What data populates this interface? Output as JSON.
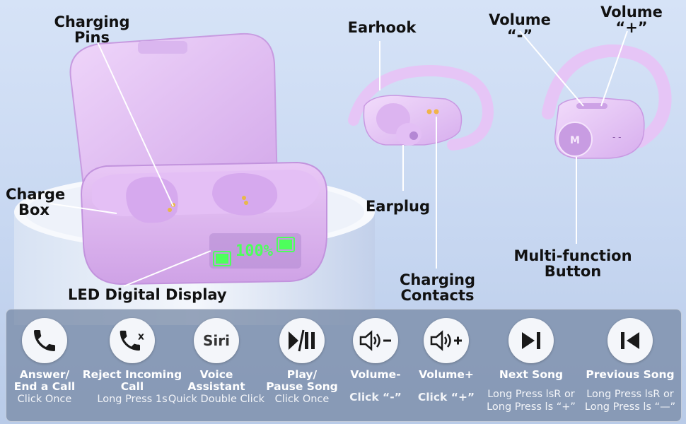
{
  "labels": {
    "charging_pins": [
      "Charging",
      "Pins"
    ],
    "earhook": "Earhook",
    "volume_minus": [
      "Volume",
      "“-”"
    ],
    "volume_plus": [
      "Volume",
      "“+”"
    ],
    "charge_box": [
      "Charge",
      "Box"
    ],
    "earplug": "Earplug",
    "multifunction_button": [
      "Multi-function",
      "Button"
    ],
    "charging_contacts": [
      "Charging",
      "Contacts"
    ],
    "led_display": "LED Digital Display"
  },
  "led": {
    "text": "100%"
  },
  "controls": [
    {
      "name": [
        "Answer/",
        "End a Call"
      ],
      "desc": [
        "Click Once"
      ],
      "icon": "phone-icon"
    },
    {
      "name": [
        "Reject Incoming",
        "Call"
      ],
      "desc": [
        "Long Press 1s"
      ],
      "icon": "phone-reject-icon"
    },
    {
      "name": [
        "Voice",
        "Assistant"
      ],
      "desc": [
        "Quick Double Click"
      ],
      "icon": "siri-icon",
      "icon_text": "Siri"
    },
    {
      "name": [
        "Play/",
        "Pause Song"
      ],
      "desc": [
        "Click Once"
      ],
      "icon": "play-pause-icon"
    },
    {
      "name": [
        "Volume-"
      ],
      "desc": [
        "Click “-”"
      ],
      "icon": "volume-down-icon"
    },
    {
      "name": [
        "Volume+"
      ],
      "desc": [
        "Click “+”"
      ],
      "icon": "volume-up-icon"
    },
    {
      "name": [
        "Next Song"
      ],
      "desc": [
        "Long Press lsR or",
        "Long Press ls “+”"
      ],
      "icon": "next-track-icon"
    },
    {
      "name": [
        "Previous Song"
      ],
      "desc": [
        "Long Press lsR or",
        "Long Press ls “—”"
      ],
      "icon": "previous-track-icon"
    }
  ],
  "colors": {
    "product": "#e4c4f2",
    "led": "#4dff5c",
    "panel": "#7a8ca8"
  }
}
